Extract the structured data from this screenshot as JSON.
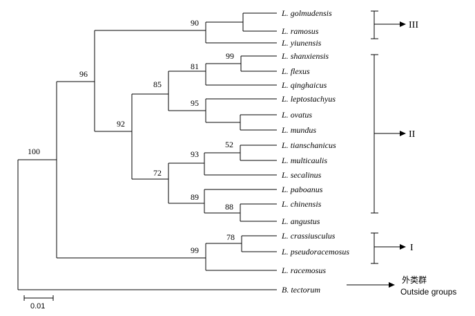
{
  "taxa": [
    {
      "genus": "L.",
      "species": "golmudensis"
    },
    {
      "genus": "L.",
      "species": "ramosus"
    },
    {
      "genus": "L.",
      "species": "yiunensis"
    },
    {
      "genus": "L.",
      "species": "shanxiensis"
    },
    {
      "genus": "L.",
      "species": "flexus"
    },
    {
      "genus": "L.",
      "species": "qinghaicus"
    },
    {
      "genus": "L.",
      "species": "leptostachyus"
    },
    {
      "genus": "L.",
      "species": "ovatus"
    },
    {
      "genus": "L.",
      "species": "mundus"
    },
    {
      "genus": "L.",
      "species": "tianschanicus"
    },
    {
      "genus": "L.",
      "species": "multicaulis"
    },
    {
      "genus": "L.",
      "species": "secalinus"
    },
    {
      "genus": "L.",
      "species": "paboanus"
    },
    {
      "genus": "L.",
      "species": "chinensis"
    },
    {
      "genus": "L.",
      "species": "angustus"
    },
    {
      "genus": "L.",
      "species": "crassiusculus"
    },
    {
      "genus": "L.",
      "species": "pseudoracemosus"
    },
    {
      "genus": "L.",
      "species": "racemosus"
    },
    {
      "genus": "B.",
      "species": "tectorum"
    }
  ],
  "bootstrap": {
    "root": "100",
    "clade_upper": "96",
    "clade_III": "90",
    "clade_II": "92",
    "clade_II_a": "85",
    "clade_II_a1": "81",
    "shanx_flexus": "99",
    "lepto_group": "95",
    "clade_II_b": "72",
    "tiansch_group": "93",
    "tiansch_multi": "52",
    "pabo_group": "89",
    "chin_ang": "88",
    "clade_I": "99",
    "crass_pseudo": "78"
  },
  "clades": {
    "III": "III",
    "II": "II",
    "I": "I"
  },
  "outgroup": {
    "label_cn": "外类群",
    "label_en": "Outside groups"
  },
  "scale": {
    "label": "0.01"
  }
}
